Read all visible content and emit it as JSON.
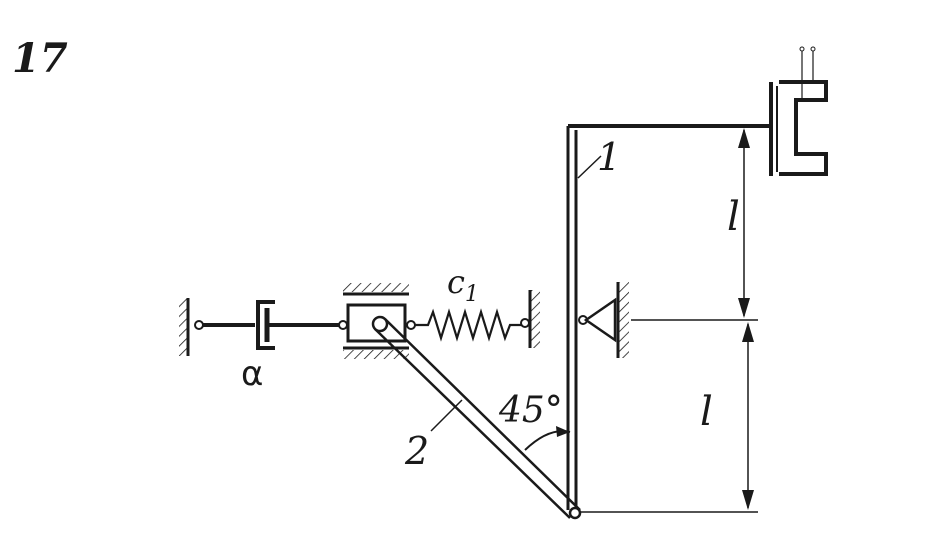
{
  "figure_number": "17",
  "labels": {
    "rod_1": "1",
    "rod_2": "2",
    "spring": "c",
    "spring_subscript": "1",
    "damper": "α",
    "angle": "45°",
    "length_upper": "l",
    "length_lower": "l"
  },
  "colors": {
    "ink": "#1a1a1a",
    "background": "#ffffff"
  }
}
